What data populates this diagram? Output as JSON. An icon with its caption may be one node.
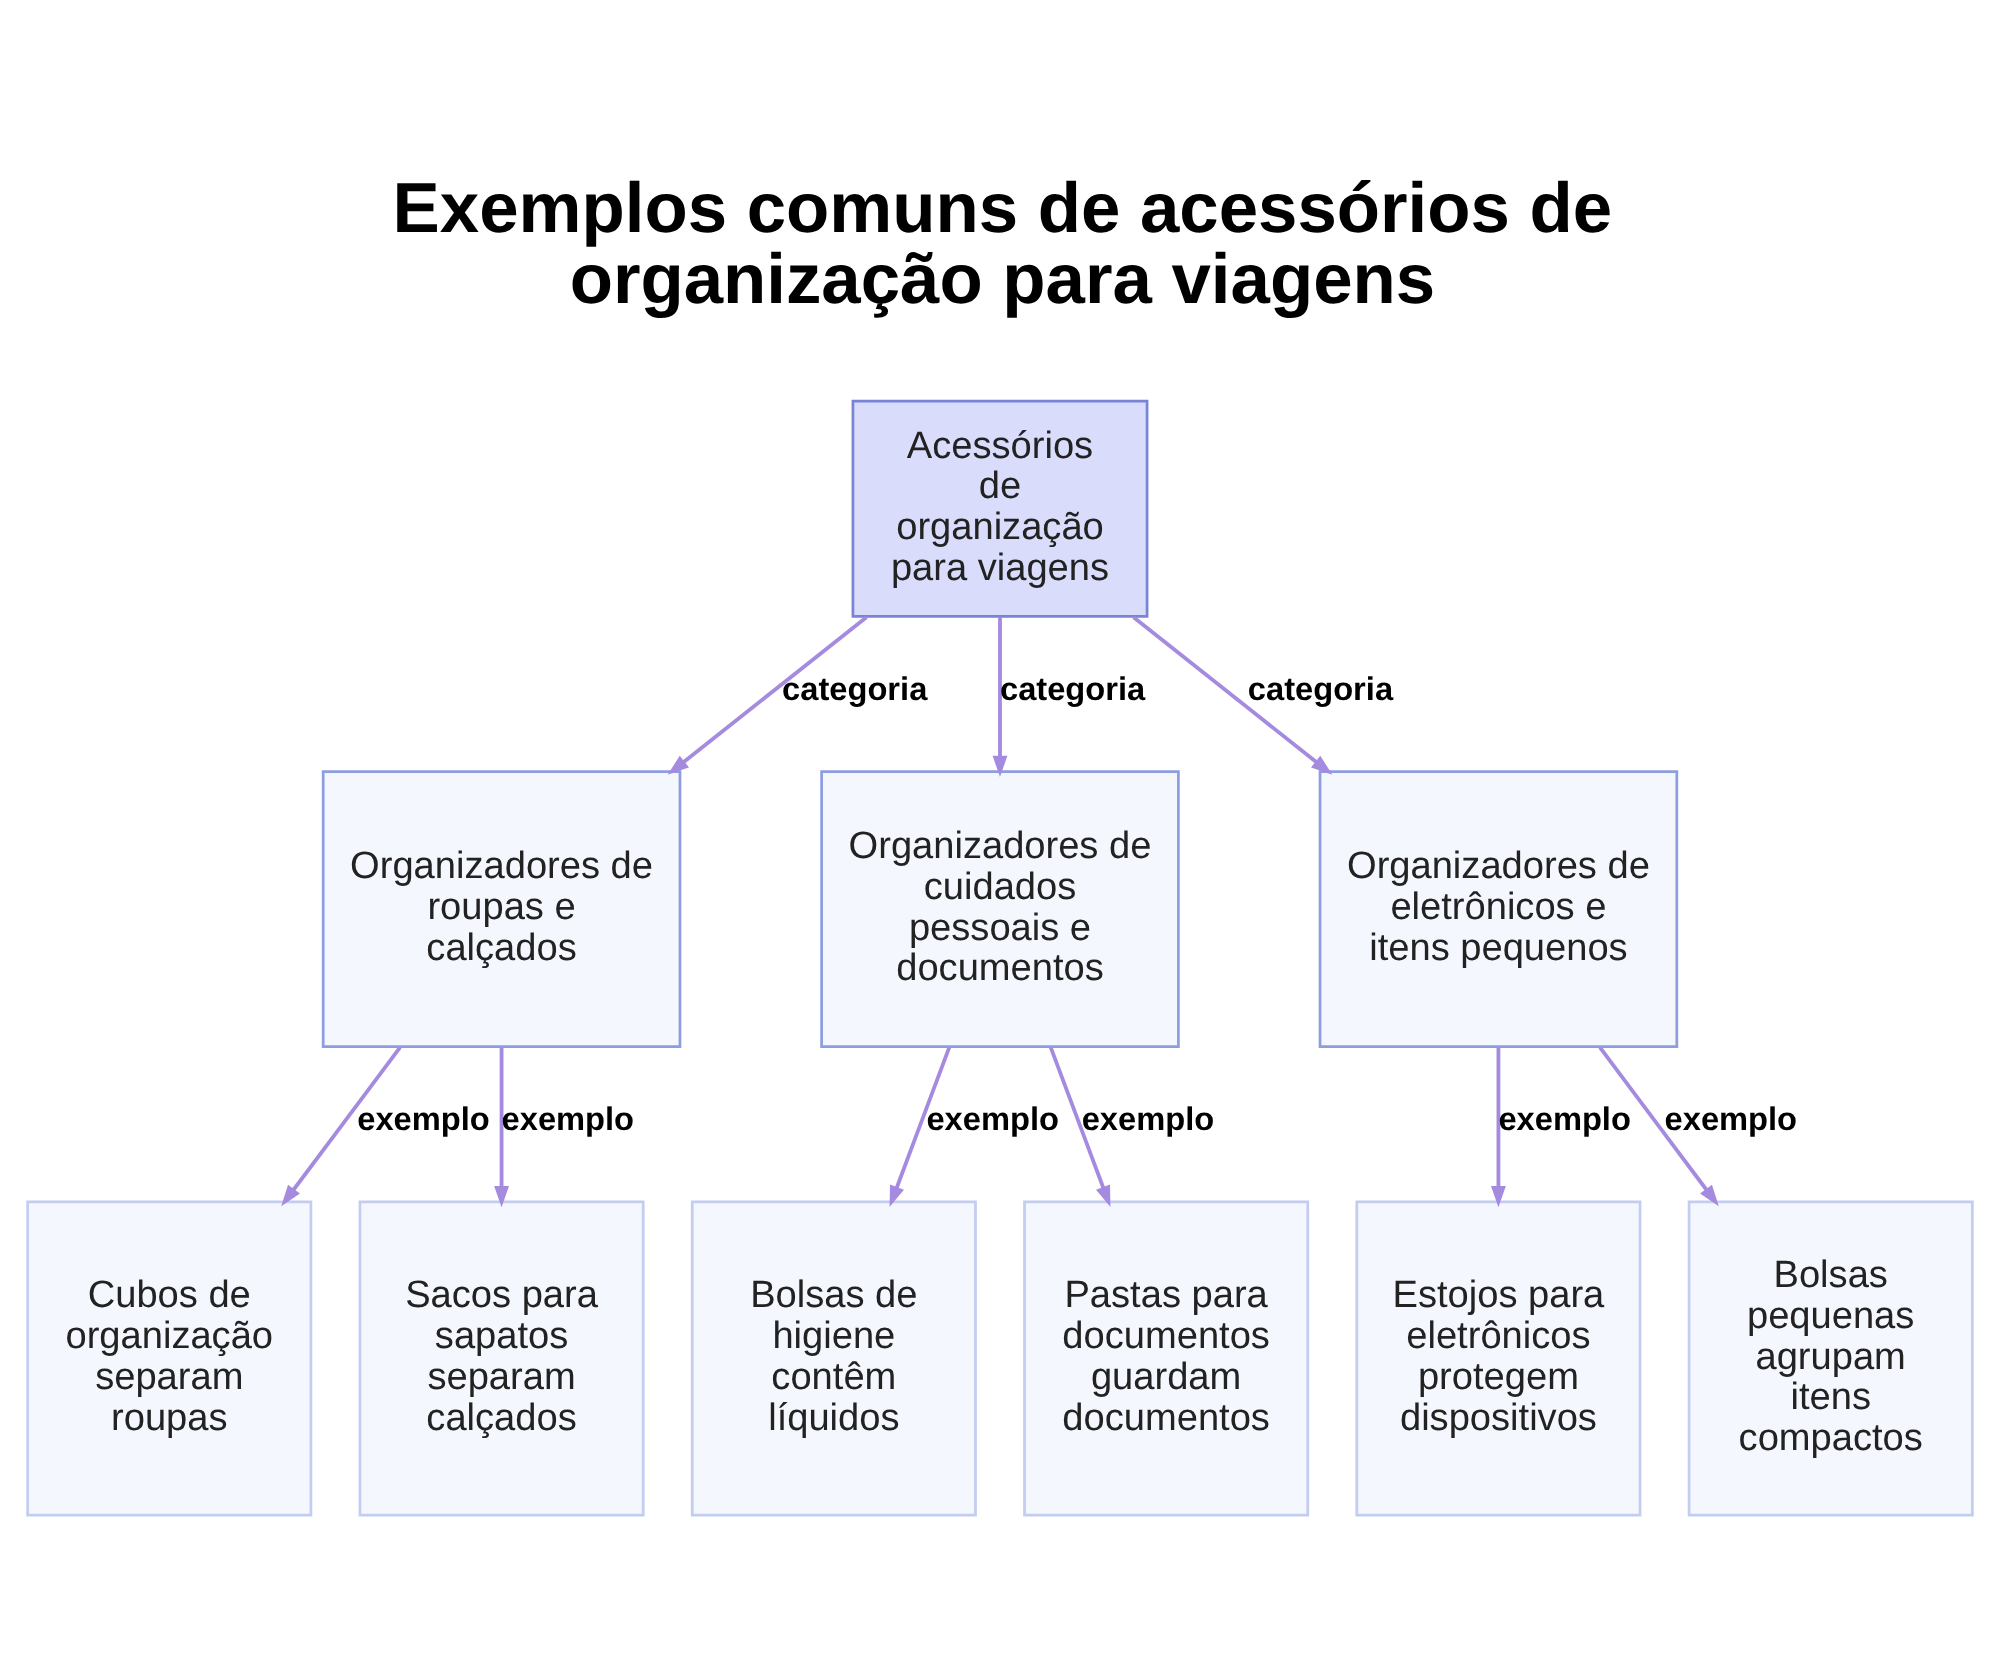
{
  "diagram": {
    "title": "Exemplos comuns de acessórios de organização para viagens",
    "nodes": [
      {
        "text": [
          "Acessórios de organização para viagens"
        ]
      },
      {
        "text": [
          "Organizadores de roupas e calçados"
        ]
      },
      {
        "text": [
          "Organizadores de cuidados pessoais e documentos"
        ]
      },
      {
        "text": [
          "Organizadores de eletrônicos e itens pequenos"
        ]
      },
      {
        "text": [
          "Cubos de organização separam roupas"
        ]
      },
      {
        "text": [
          "Sacos para sapatos separam calçados"
        ]
      },
      {
        "text": [
          "Bolsas de higiene contêm líquidos"
        ]
      },
      {
        "text": [
          "Pastas para documentos guardam documentos"
        ]
      },
      {
        "text": [
          "Estojos para eletrônicos protegem dispositivos"
        ]
      },
      {
        "text": [
          "Bolsas pequenas agrupam itens compactos"
        ]
      }
    ],
    "edges": [
      {
        "from": 0,
        "to": 1,
        "label": "categoria",
        "arrow": "to"
      },
      {
        "from": 0,
        "to": 2,
        "label": "categoria",
        "arrow": "to"
      },
      {
        "from": 0,
        "to": 3,
        "label": "categoria",
        "arrow": "to"
      },
      {
        "from": 1,
        "to": 4,
        "label": "exemplo",
        "arrow": "to"
      },
      {
        "from": 1,
        "to": 5,
        "label": "exemplo",
        "arrow": "to"
      },
      {
        "from": 2,
        "to": 6,
        "label": "exemplo",
        "arrow": "to"
      },
      {
        "from": 2,
        "to": 7,
        "label": "exemplo",
        "arrow": "to"
      },
      {
        "from": 3,
        "to": 8,
        "label": "exemplo",
        "arrow": "to"
      },
      {
        "from": 3,
        "to": 9,
        "label": "exemplo",
        "arrow": "to"
      }
    ]
  }
}
